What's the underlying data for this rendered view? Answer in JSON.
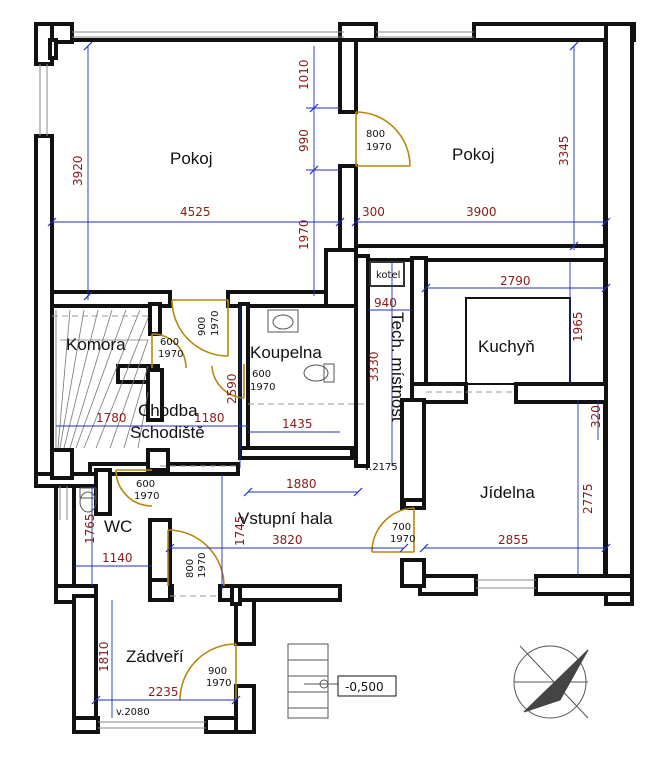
{
  "rooms": {
    "pokoj_left": "Pokoj",
    "pokoj_right": "Pokoj",
    "komora": "Komora",
    "koupelna": "Koupelna",
    "chodba": "Chodba",
    "schodiste": "Schodiště",
    "tech_mistnost": "Tech. místnost",
    "kuchyn": "Kuchyň",
    "jidelna": "Jídelna",
    "wc": "WC",
    "vstupni_hala": "Vstupní hala",
    "zadveri": "Zádveří"
  },
  "labels": {
    "kotel": "kotel",
    "level": "-0,500",
    "v2175": "v.2175",
    "v2080": "v.2080"
  },
  "dimensions": {
    "d3920": "3920",
    "d4525": "4525",
    "d1010": "1010",
    "d990": "990",
    "d1970": "1970",
    "d300": "300",
    "d3900": "3900",
    "d3345": "3345",
    "d2790": "2790",
    "d940": "940",
    "d1965": "1965",
    "d3330": "3330",
    "d320": "320",
    "d2590": "2590",
    "d1780": "1780",
    "d1180": "1180",
    "d1435": "1435",
    "d1880": "1880",
    "d2775": "2775",
    "d1765": "1765",
    "d1140": "1140",
    "d1745": "1745",
    "d3820": "3820",
    "d2855": "2855",
    "d1810": "1810",
    "d2235": "2235"
  },
  "doors": {
    "d800_top": "800",
    "d800_top_h": "1970",
    "d900_komora": "900",
    "d900_komora_h": "1970",
    "d600_komora": "600",
    "d600_komora_h": "1970",
    "d600_koupelna": "600",
    "d600_koupelna_h": "1970",
    "d600_wc": "600",
    "d600_wc_h": "1970",
    "d700": "700",
    "d700_h": "1970",
    "d800_hala": "800",
    "d800_hala_h": "1970",
    "d900_zadveri": "900",
    "d900_zadveri_h": "1970"
  }
}
